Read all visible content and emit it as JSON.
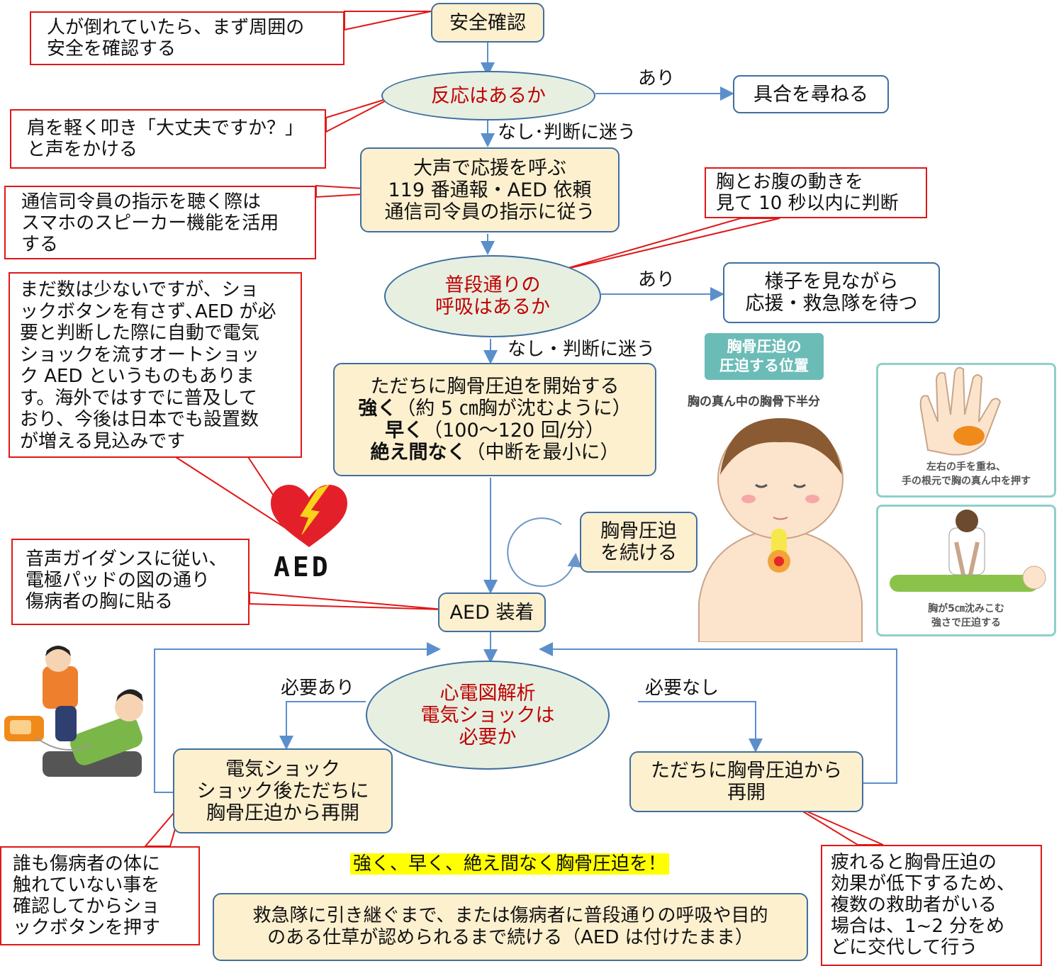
{
  "flow": {
    "safety_check": "安全確認",
    "q_response": "反応はあるか",
    "yes1": "あり",
    "respond_ask": "具合を尋ねる",
    "no1": "なし･判断に迷う",
    "call_help": [
      "大声で応援を呼ぶ",
      "119 番通報・AED 依頼",
      "通信司令員の指示に従う"
    ],
    "q_breathing": [
      "普段通りの",
      "呼吸はあるか"
    ],
    "yes2": "あり",
    "wait_watch": [
      "様子を見ながら",
      "応援・救急隊を待つ"
    ],
    "no2": "なし・判断に迷う",
    "cpr_start": {
      "line1": "ただちに胸骨圧迫を開始する",
      "line2_bold": "強く",
      "line2_rest": "（約 5 ㎝胸が沈むように）",
      "line3_bold": "早く",
      "line3_rest": "（100～120 回/分）",
      "line4_bold": "絶え間なく",
      "line4_rest": "（中断を最小に）"
    },
    "continue_cpr": [
      "胸骨圧迫",
      "を続ける"
    ],
    "aed_attach": "AED 装着",
    "q_ecg": [
      "心電図解析",
      "電気ショックは",
      "必要か"
    ],
    "needed": "必要あり",
    "not_needed": "必要なし",
    "shock": [
      "電気ショック",
      "ショック後ただちに",
      "胸骨圧迫から再開"
    ],
    "resume": [
      "ただちに胸骨圧迫から",
      "再開"
    ],
    "slogan": "強く、早く、絶え間なく胸骨圧迫を！",
    "continue_until": [
      "救急隊に引き継ぐまで、または傷病者に普段通りの呼吸や目的",
      "のある仕草が認められるまで続ける（AED は付けたまま）"
    ]
  },
  "callouts": {
    "c1": [
      "人が倒れていたら、まず周囲の",
      "安全を確認する"
    ],
    "c2": [
      "肩を軽く叩き「大丈夫ですか？」",
      "と声をかける"
    ],
    "c3": [
      "通信司令員の指示を聴く際は",
      "スマホのスピーカー機能を活用",
      "する"
    ],
    "c4": [
      "胸とお腹の動きを",
      "見て 10 秒以内に判断"
    ],
    "c5": [
      "まだ数は少ないですが、ショ",
      "ックボタンを有さず､AED が必",
      "要と判断した際に自動で電気",
      "ショックを流すオートショッ",
      "ク AED というものもありま",
      "す。海外ではすでに普及して",
      "おり、今後は日本でも設置数",
      "が増える見込みです"
    ],
    "c6": [
      "音声ガイダンスに従い、",
      "電極パッドの図の通り",
      "傷病者の胸に貼る"
    ],
    "c7": [
      "誰も傷病者の体に",
      "触れていない事を",
      "確認してからショ",
      "ックボタンを押す"
    ],
    "c8": [
      "疲れると胸骨圧迫の",
      "効果が低下するため、",
      "複数の救助者がいる",
      "場合は、1~2 分をめ",
      "どに交代して行う"
    ]
  },
  "aed_logo": "AED",
  "illustration": {
    "title": [
      "胸骨圧迫の",
      "圧迫する位置"
    ],
    "subtitle": "胸の真ん中の胸骨下半分",
    "hand_caption": [
      "左右の手を重ね、",
      "手の根元で胸の真ん中を押す"
    ],
    "press_caption": [
      "胸が5㎝沈みこむ",
      "強さで圧迫する"
    ]
  },
  "colors": {
    "arrow": "#5b8fcc",
    "callout_border": "#e01818",
    "box_fill": "#fdf0cf",
    "ellipse_fill": "#e7efe1",
    "question_text": "#c00000",
    "highlight": "#ffff00"
  }
}
